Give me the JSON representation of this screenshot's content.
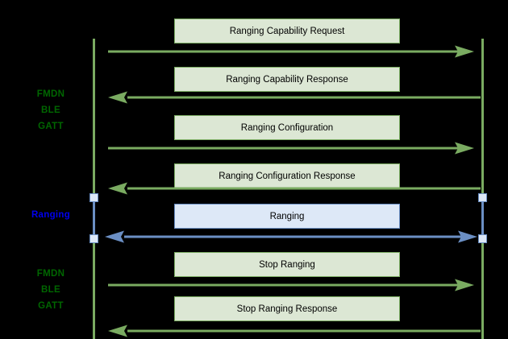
{
  "diagram": {
    "type": "sequence-diagram",
    "title": "",
    "background_color": "#000000",
    "colors": {
      "green_line": "#7aab61",
      "green_fill": "#dce7d4",
      "green_label_text": "#006600",
      "blue_line": "#6b8fc4",
      "blue_fill": "#dde8f7",
      "blue_label_text": "#0000ee",
      "message_text": "#000000"
    },
    "lifelines": [
      {
        "name": "left-lifeline",
        "color": "#7aab61"
      },
      {
        "name": "right-lifeline",
        "color": "#7aab61"
      }
    ],
    "stage_labels": [
      {
        "id": "fmdn-ble-gatt-top",
        "text": "FMDN\nBLE\nGATT",
        "color": "#006600"
      },
      {
        "id": "ranging",
        "text": "Ranging",
        "color": "#0000ee"
      },
      {
        "id": "fmdn-ble-gatt-bottom",
        "text": "FMDN\nBLE\nGATT",
        "color": "#006600"
      }
    ],
    "messages": [
      {
        "id": "ranging-capability-request",
        "label": "Ranging Capability Request",
        "style": "green",
        "direction": "right",
        "arrow_type": "single"
      },
      {
        "id": "ranging-capability-response",
        "label": "Ranging Capability Response",
        "style": "green",
        "direction": "left",
        "arrow_type": "single"
      },
      {
        "id": "ranging-configuration",
        "label": "Ranging Configuration",
        "style": "green",
        "direction": "right",
        "arrow_type": "single"
      },
      {
        "id": "ranging-configuration-response",
        "label": "Ranging Configuration Response",
        "style": "green",
        "direction": "left",
        "arrow_type": "single"
      },
      {
        "id": "ranging",
        "label": "Ranging",
        "style": "blue",
        "direction": "both",
        "arrow_type": "double"
      },
      {
        "id": "stop-ranging",
        "label": "Stop Ranging",
        "style": "green",
        "direction": "right",
        "arrow_type": "single"
      },
      {
        "id": "stop-ranging-response",
        "label": "Stop Ranging Response",
        "style": "green",
        "direction": "left",
        "arrow_type": "single"
      }
    ]
  }
}
